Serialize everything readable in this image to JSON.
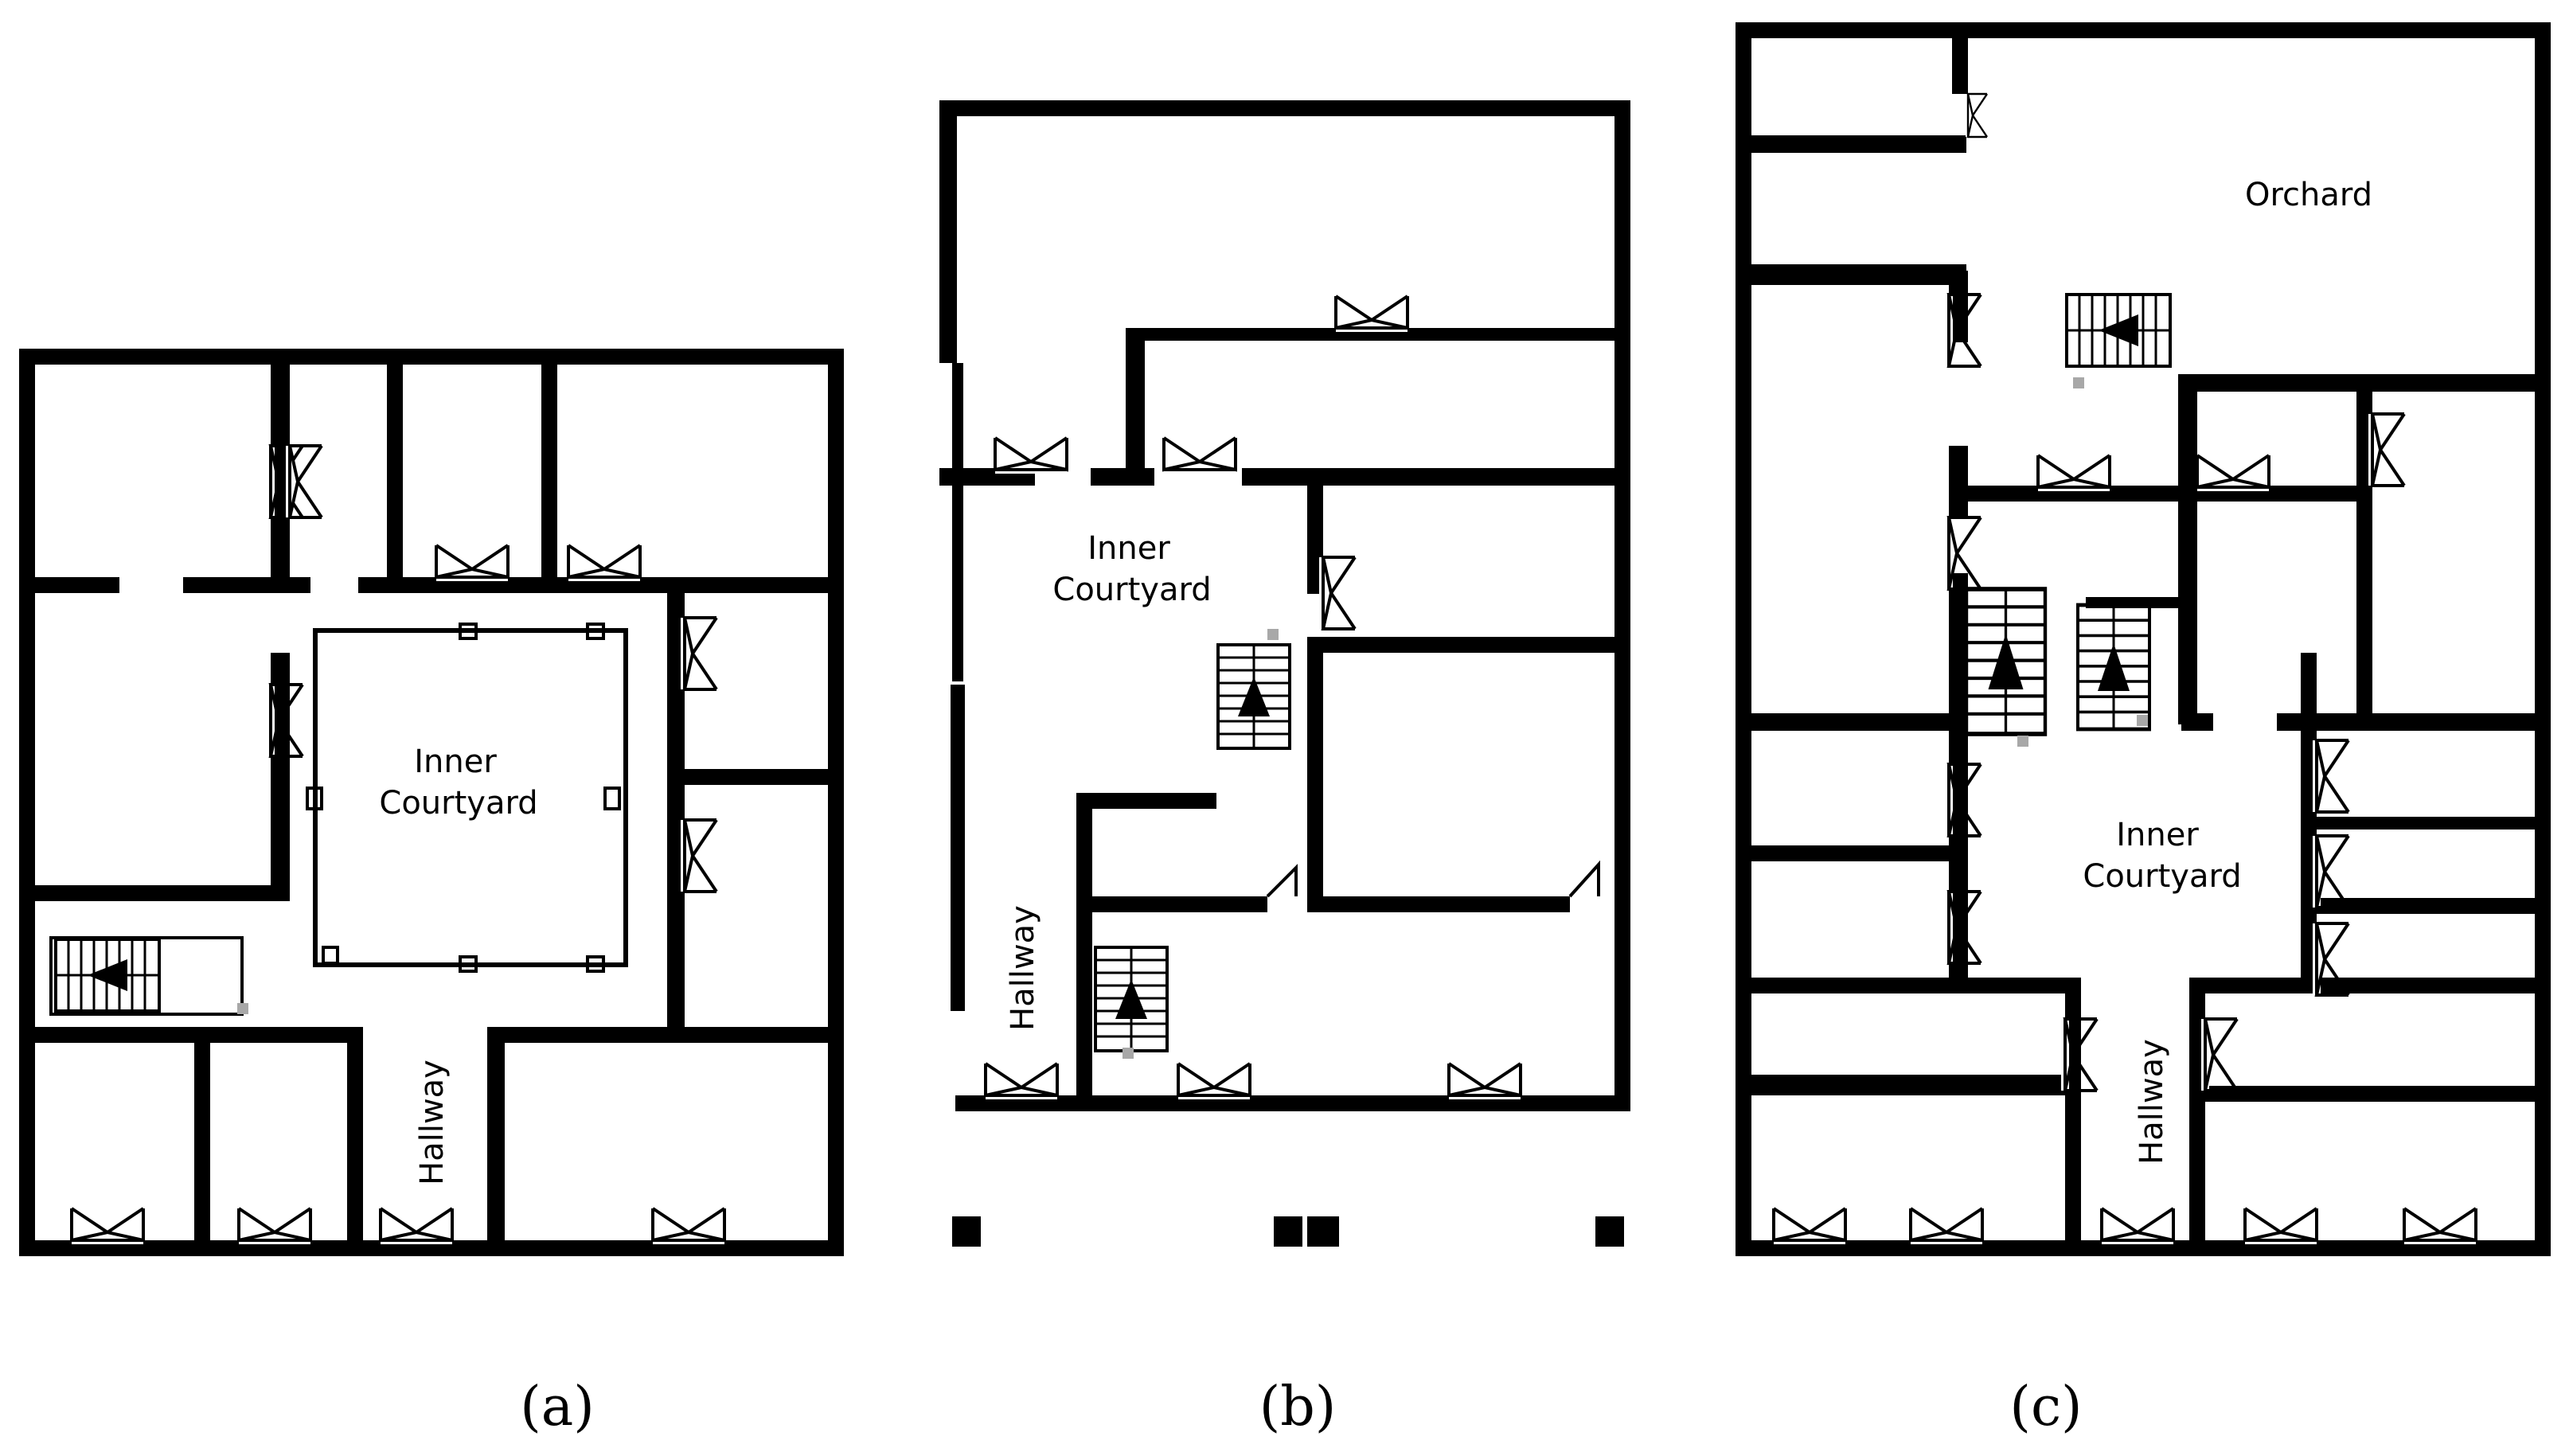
{
  "plans": [
    {
      "caption": "(a)",
      "labels": {
        "courtyard_line1": "Inner",
        "courtyard_line2": "Courtyard",
        "hallway": "Hallway"
      }
    },
    {
      "caption": "(b)",
      "labels": {
        "courtyard_line1": "Inner",
        "courtyard_line2": "Courtyard",
        "hallway": "Hallway"
      }
    },
    {
      "caption": "(c)",
      "labels": {
        "orchard": "Orchard",
        "courtyard_line1": "Inner",
        "courtyard_line2": "Courtyard",
        "hallway": "Hallway"
      }
    }
  ]
}
